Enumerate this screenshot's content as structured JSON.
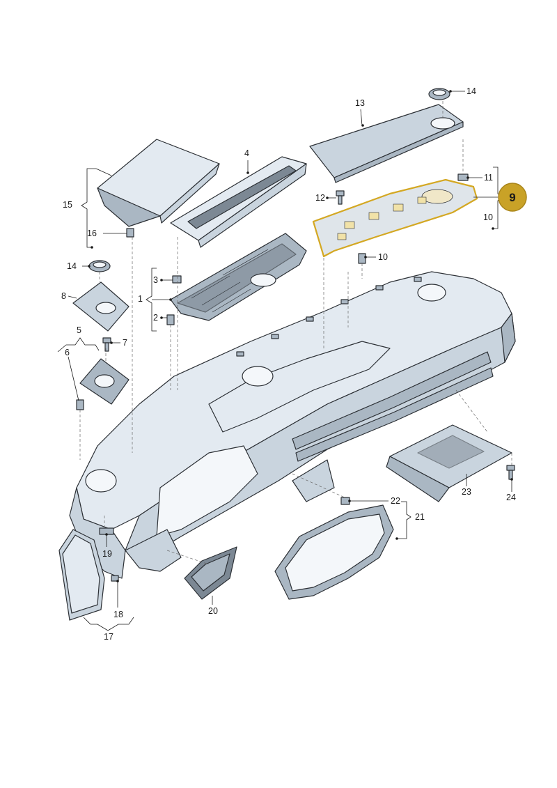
{
  "callouts": [
    {
      "id": "c1",
      "text": "1"
    },
    {
      "id": "c2",
      "text": "2"
    },
    {
      "id": "c3",
      "text": "3"
    },
    {
      "id": "c4",
      "text": "4"
    },
    {
      "id": "c5",
      "text": "5"
    },
    {
      "id": "c6",
      "text": "6"
    },
    {
      "id": "c7",
      "text": "7"
    },
    {
      "id": "c8",
      "text": "8"
    },
    {
      "id": "c10a",
      "text": "10"
    },
    {
      "id": "c10b",
      "text": "10"
    },
    {
      "id": "c11",
      "text": "11"
    },
    {
      "id": "c12",
      "text": "12"
    },
    {
      "id": "c13",
      "text": "13"
    },
    {
      "id": "c14a",
      "text": "14"
    },
    {
      "id": "c14b",
      "text": "14"
    },
    {
      "id": "c15",
      "text": "15"
    },
    {
      "id": "c16",
      "text": "16"
    },
    {
      "id": "c17",
      "text": "17"
    },
    {
      "id": "c18",
      "text": "18"
    },
    {
      "id": "c19",
      "text": "19"
    },
    {
      "id": "c20",
      "text": "20"
    },
    {
      "id": "c21",
      "text": "21"
    },
    {
      "id": "c22",
      "text": "22"
    },
    {
      "id": "c23",
      "text": "23"
    },
    {
      "id": "c24",
      "text": "24"
    }
  ],
  "highlight": {
    "text": "9",
    "fill": "#c9a227",
    "stroke": "#a9851a"
  },
  "colors": {
    "line": "#2c3035",
    "highlight_outline": "#d4a823"
  }
}
